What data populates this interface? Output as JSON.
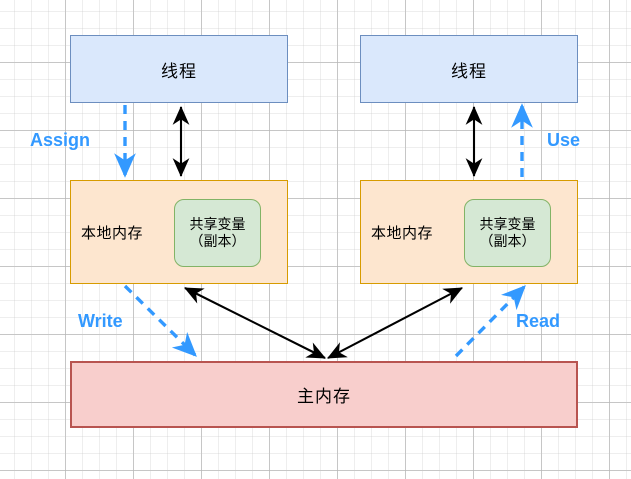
{
  "diagram": {
    "title": "Java Memory Model (JMM) thread / local memory / main memory diagram",
    "colors": {
      "thread_fill": "#dae8fc",
      "thread_stroke": "#6c8ebf",
      "local_memory_fill": "#fde6cf",
      "local_memory_stroke": "#d79b00",
      "shared_variable_fill": "#d5e8d4",
      "shared_variable_stroke": "#82b366",
      "main_memory_fill": "#f8cecc",
      "main_memory_stroke": "#b85450",
      "flow_label": "#3399ff",
      "solid_arrow": "#000000",
      "grid_line": "#c8c8c8"
    },
    "threads": [
      {
        "label": "线程"
      },
      {
        "label": "线程"
      }
    ],
    "local_memories": [
      {
        "label": "本地内存",
        "shared_variable_line1": "共享变量",
        "shared_variable_line2": "（副本）"
      },
      {
        "label": "本地内存",
        "shared_variable_line1": "共享变量",
        "shared_variable_line2": "（副本）"
      }
    ],
    "main_memory": {
      "label": "主内存"
    },
    "flow_labels": {
      "assign": "Assign",
      "use": "Use",
      "write": "Write",
      "read": "Read"
    }
  }
}
